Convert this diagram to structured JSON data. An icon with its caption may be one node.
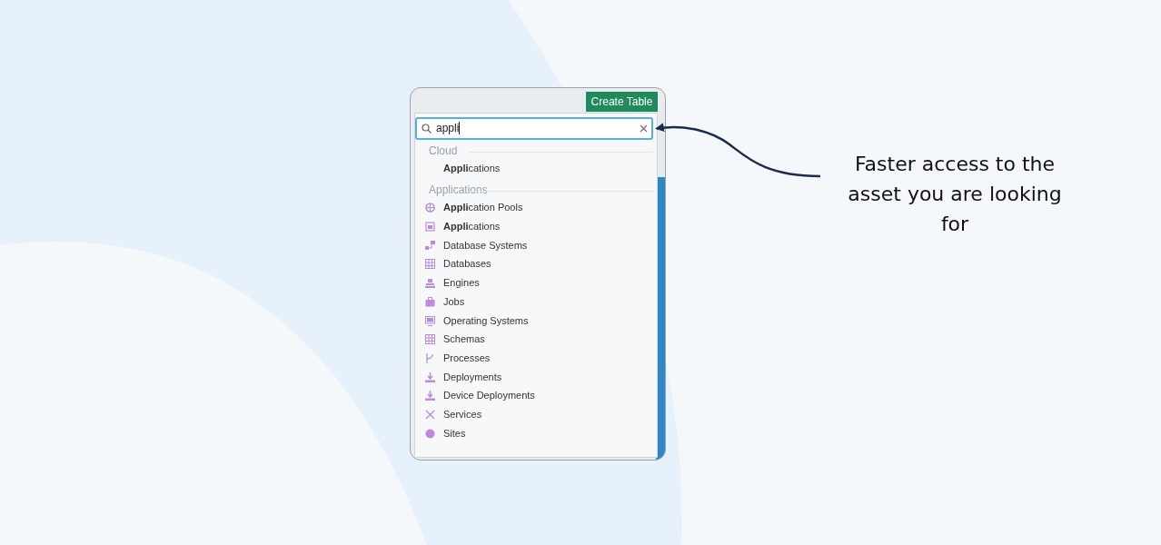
{
  "diagram": {
    "nodes": [
      {
        "text": [
          "appli"
        ]
      },
      {
        "text": [
          "Faster access to the asset you are looking for"
        ]
      }
    ],
    "edges": [
      {
        "from": 1,
        "to": 0,
        "arrow": "to"
      }
    ],
    "labels": [
      "Create Table",
      "Cloud",
      "**Appli**cations",
      "Applications",
      "**Appli**cation Pools",
      "**Appli**cations",
      "Database Systems",
      "Databases",
      "Engines",
      "Jobs",
      "Operating Systems",
      "Schemas",
      "Processes",
      "Deployments",
      "Device Deployments",
      "Services",
      "Sites"
    ]
  }
}
